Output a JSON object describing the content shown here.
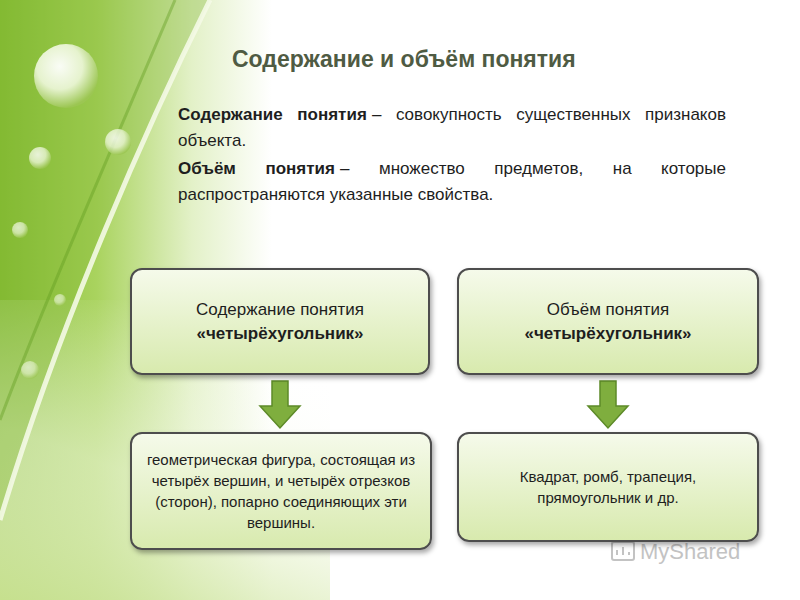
{
  "diagram": {
    "title": "Содержание и объём понятия",
    "nodes": [
      {
        "text": [
          "Содержание понятия",
          "«четырёхугольник»"
        ]
      },
      {
        "text": [
          "Объём понятия",
          "«четырёхугольник»"
        ]
      },
      {
        "text": [
          "геометрическая фигура, состоящая из четырёх вершин, и четырёх отрезков (сторон), попарно соединяющих эти вершины."
        ]
      },
      {
        "text": [
          "Квадрат, ромб, трапеция, прямоугольник и др."
        ]
      }
    ],
    "edges": [
      {
        "from": 0,
        "to": 2,
        "arrow": "to"
      },
      {
        "from": 1,
        "to": 3,
        "arrow": "to"
      }
    ],
    "labels": [
      "Содержание понятия",
      "– совокупность существенных признаков объекта.",
      "Объём понятия",
      "– множество предметов, на которые распространяются указанные свойства.",
      "MyShared"
    ]
  }
}
